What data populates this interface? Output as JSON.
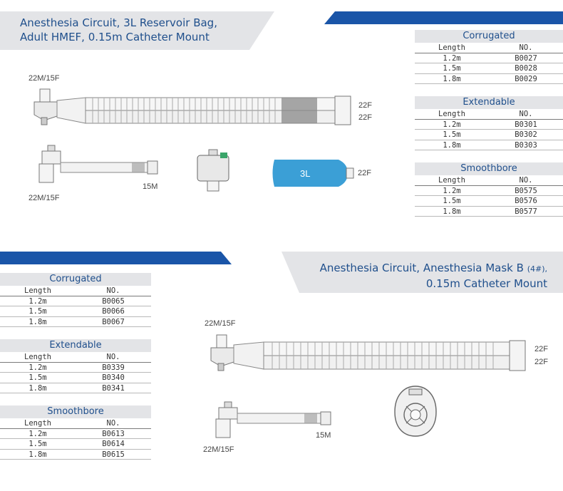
{
  "top": {
    "title_line1": "Anesthesia Circuit, 3L Reservoir Bag,",
    "title_line2": "Adult HMEF, 0.15m Catheter Mount",
    "tables": [
      {
        "name": "Corrugated",
        "col1": "Length",
        "col2": "NO.",
        "rows": [
          [
            "1.2m",
            "B0027"
          ],
          [
            "1.5m",
            "B0028"
          ],
          [
            "1.8m",
            "B0029"
          ]
        ]
      },
      {
        "name": "Extendable",
        "col1": "Length",
        "col2": "NO.",
        "rows": [
          [
            "1.2m",
            "B0301"
          ],
          [
            "1.5m",
            "B0302"
          ],
          [
            "1.8m",
            "B0303"
          ]
        ]
      },
      {
        "name": "Smoothbore",
        "col1": "Length",
        "col2": "NO.",
        "rows": [
          [
            "1.2m",
            "B0575"
          ],
          [
            "1.5m",
            "B0576"
          ],
          [
            "1.8m",
            "B0577"
          ]
        ]
      }
    ],
    "labels": {
      "connector_top": "22M/15F",
      "port_a": "22F",
      "port_b": "22F",
      "mount_len": "15M",
      "connector_bottom": "22M/15F",
      "bag_volume": "3L",
      "bag_port": "22F"
    }
  },
  "bottom": {
    "title_line1": "Anesthesia Circuit, Anesthesia Mask B",
    "title_size": "(4#),",
    "title_line2": "0.15m Catheter Mount",
    "tables": [
      {
        "name": "Corrugated",
        "col1": "Length",
        "col2": "NO.",
        "rows": [
          [
            "1.2m",
            "B0065"
          ],
          [
            "1.5m",
            "B0066"
          ],
          [
            "1.8m",
            "B0067"
          ]
        ]
      },
      {
        "name": "Extendable",
        "col1": "Length",
        "col2": "NO.",
        "rows": [
          [
            "1.2m",
            "B0339"
          ],
          [
            "1.5m",
            "B0340"
          ],
          [
            "1.8m",
            "B0341"
          ]
        ]
      },
      {
        "name": "Smoothbore",
        "col1": "Length",
        "col2": "NO.",
        "rows": [
          [
            "1.2m",
            "B0613"
          ],
          [
            "1.5m",
            "B0614"
          ],
          [
            "1.8m",
            "B0615"
          ]
        ]
      }
    ],
    "labels": {
      "connector_top": "22M/15F",
      "port_a": "22F",
      "port_b": "22F",
      "mount_len": "15M",
      "connector_bottom": "22M/15F"
    }
  },
  "colors": {
    "brand_blue": "#1f4f8c",
    "band_grey": "#e3e4e7",
    "bag_blue": "#3b9fd6"
  }
}
